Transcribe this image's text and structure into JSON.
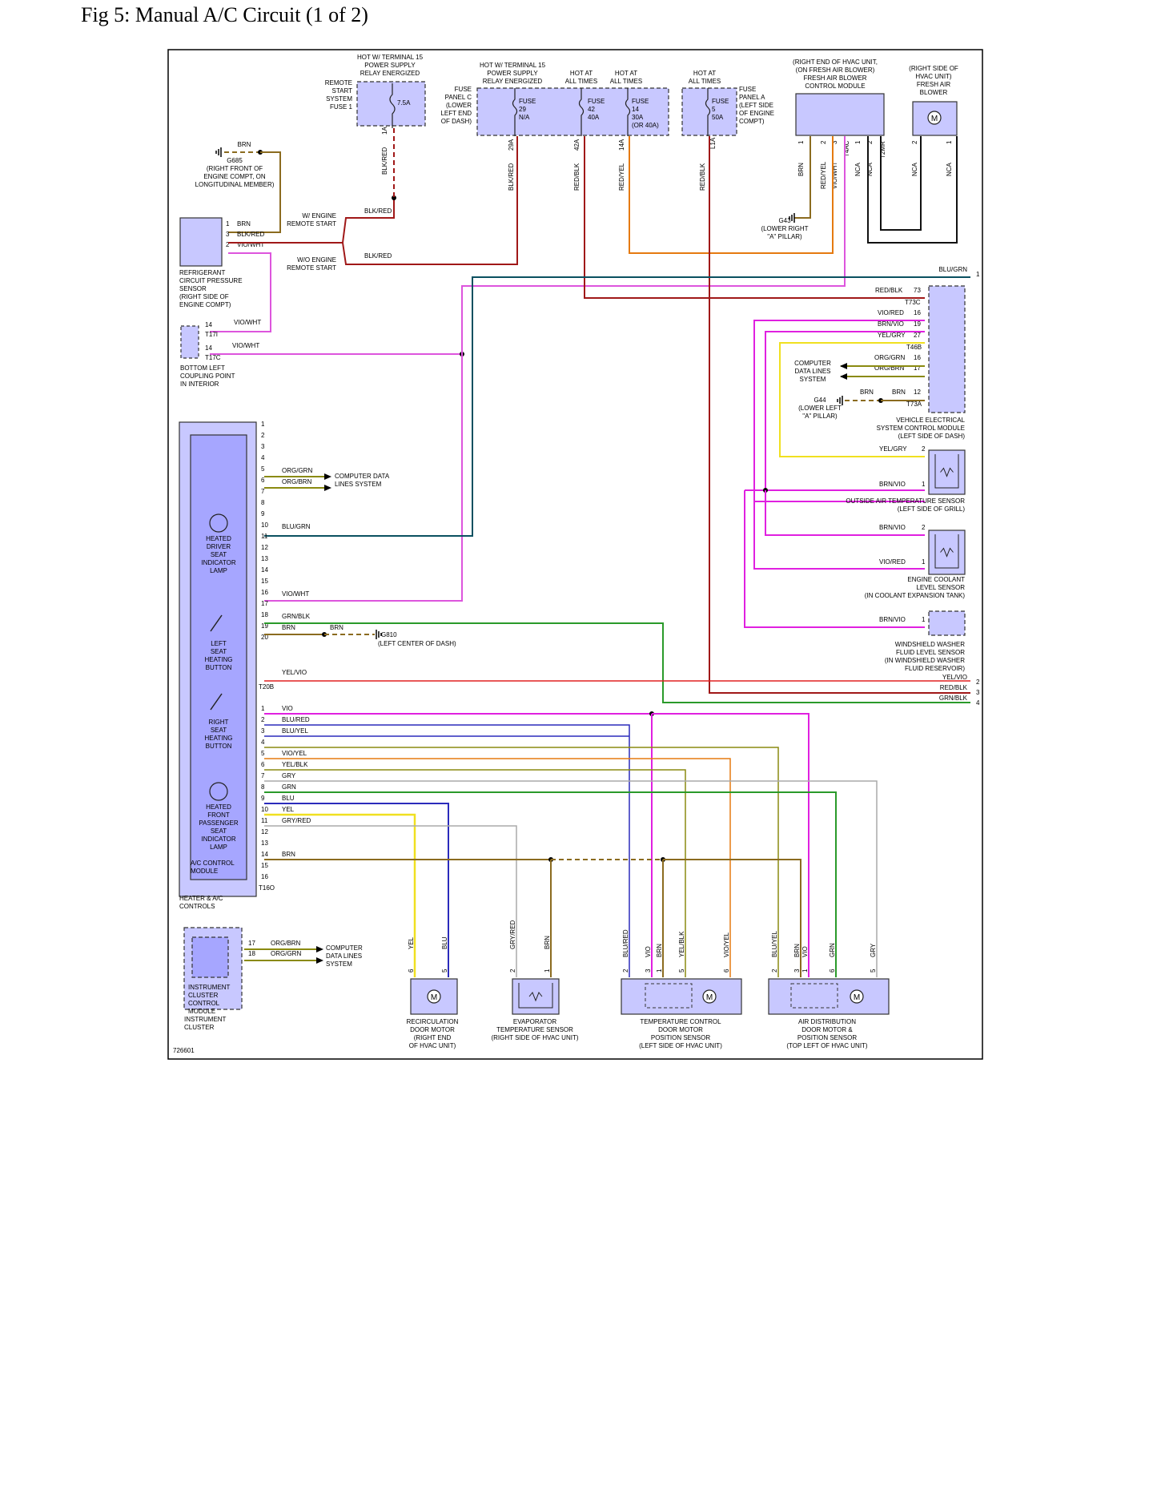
{
  "page": {
    "title": "Fig 5: Manual A/C Circuit (1 of 2)"
  },
  "colors": {
    "BRN": "#8b6b1f",
    "BLK": "#111111",
    "RED": "#e02020",
    "DKRED": "#a01818",
    "ORG": "#e57a10",
    "VIO": "#e020e0",
    "PINK": "#dd55dd",
    "BLU": "#2b2bbb",
    "TEAL": "#0a5060",
    "YEL": "#f0e020",
    "GRN": "#2a9a2a",
    "GRY": "#aaaaaa",
    "OLIVE": "#8a8a10",
    "PANEL": "#c8c8ff",
    "DARKPANEL": "#a6a6ff"
  },
  "texts": {
    "relay_left": [
      "HOT W/ TERMINAL 15",
      "POWER SUPPLY",
      "RELAY ENERGIZED"
    ],
    "relay_right": [
      "HOT W/ TERMINAL 15",
      "POWER SUPPLY",
      "RELAY ENERGIZED"
    ],
    "hot_at_all1": [
      "HOT AT",
      "ALL TIMES"
    ],
    "hot_at_all2": [
      "HOT AT",
      "ALL TIMES"
    ],
    "hot_at_all3": [
      "HOT AT",
      "ALL TIMES"
    ],
    "remote_start_fuse": [
      "REMOTE",
      "START",
      "SYSTEM",
      "FUSE 1"
    ],
    "fuse_7_5": "7.5A",
    "fuse_panel_c": [
      "FUSE",
      "PANEL C",
      "(LOWER",
      "LEFT END",
      "OF DASH)"
    ],
    "fuse29": [
      "FUSE",
      "29",
      "N/A"
    ],
    "fuse42": [
      "FUSE",
      "42",
      "40A"
    ],
    "fuse14": [
      "FUSE",
      "14",
      "30A",
      "(OR 40A)"
    ],
    "fuse5": [
      "FUSE",
      "5",
      "50A"
    ],
    "fuse_panel_a": [
      "FUSE",
      "PANEL A",
      "(LEFT SIDE",
      "OF ENGINE",
      "COMPT)"
    ],
    "blower_module_label": [
      "(RIGHT END OF HVAC UNIT,",
      "(ON FRESH AIR BLOWER)",
      "FRESH AIR BLOWER",
      "CONTROL MODULE"
    ],
    "blower_label": [
      "(RIGHT SIDE OF",
      "HVAC UNIT)",
      "FRESH AIR",
      "BLOWER"
    ],
    "motor_m": "M",
    "g685": [
      "G685",
      "(RIGHT FRONT OF",
      "ENGINE COMPT, ON",
      "LONGITUDINAL MEMBER)"
    ],
    "w_engine": [
      "W/ ENGINE",
      "REMOTE START"
    ],
    "wo_engine": [
      "W/O ENGINE",
      "REMOTE START"
    ],
    "refrig": [
      "REFRIGERANT",
      "CIRCUIT PRESSURE",
      "SENSOR",
      "(RIGHT SIDE OF",
      "ENGINE COMPT)"
    ],
    "bottom_left_cp": [
      "BOTTOM LEFT",
      "COUPLING POINT",
      "IN INTERIOR"
    ],
    "g43": [
      "G43",
      "(LOWER RIGHT",
      "\"A\" PILLAR)"
    ],
    "g44": [
      "G44",
      "(LOWER LEFT",
      "\"A\" PILLAR)"
    ],
    "g810": [
      "G810",
      "(LEFT CENTER OF DASH)"
    ],
    "vesc": [
      "VEHICLE ELECTRICAL",
      "SYSTEM CONTROL MODULE",
      "(LEFT SIDE OF DASH)"
    ],
    "cdl_right": [
      "COMPUTER",
      "DATA LINES",
      "SYSTEM"
    ],
    "cdl_mid": [
      "COMPUTER DATA",
      "LINES SYSTEM"
    ],
    "cdl_ic": [
      "COMPUTER",
      "DATA LINES",
      "SYSTEM"
    ],
    "oat": [
      "OUTSIDE AIR TEMPERATURE SENSOR",
      "(LEFT SIDE OF GRILL)"
    ],
    "ecl": [
      "ENGINE COOLANT",
      "LEVEL SENSOR",
      "(IN COOLANT EXPANSION TANK)"
    ],
    "wwf": [
      "WINDSHIELD WASHER",
      "FLUID LEVEL SENSOR",
      "(IN WINDSHIELD WASHER",
      "FLUID RESERVOIR)"
    ],
    "heated_driver": [
      "HEATED",
      "DRIVER",
      "SEAT",
      "INDICATOR",
      "LAMP"
    ],
    "left_btn": [
      "LEFT",
      "SEAT",
      "HEATING",
      "BUTTON"
    ],
    "right_btn": [
      "RIGHT",
      "SEAT",
      "HEATING",
      "BUTTON"
    ],
    "heated_pass": [
      "HEATED",
      "FRONT",
      "PASSENGER",
      "SEAT",
      "INDICATOR",
      "LAMP"
    ],
    "ac_module": [
      "A/C CONTROL",
      "MODULE"
    ],
    "heater_controls": [
      "HEATER & A/C",
      "CONTROLS"
    ],
    "icm": [
      "INSTRUMENT",
      "CLUSTER",
      "CONTROL",
      "MODULE"
    ],
    "ic": [
      "INSTRUMENT",
      "CLUSTER"
    ],
    "recirc": [
      "RECIRCULATION",
      "DOOR MOTOR",
      "(RIGHT END",
      "OF HVAC UNIT)"
    ],
    "evap": [
      "EVAPORATOR",
      "TEMPERATURE SENSOR",
      "(RIGHT SIDE OF HVAC UNIT)"
    ],
    "tempctl": [
      "TEMPERATURE CONTROL",
      "DOOR MOTOR",
      "POSITION SENSOR",
      "(LEFT SIDE OF HVAC UNIT)"
    ],
    "airdist": [
      "AIR DISTRIBUTION",
      "DOOR MOTOR &",
      "POSITION SENSOR",
      "(TOP LEFT OF HVAC UNIT)"
    ],
    "figure_number": "726601",
    "T17I": "T17I",
    "T17C": "T17C",
    "T73C": "T73C",
    "T46B": "T46B",
    "T73A": "T73A",
    "T20B": "T20B",
    "T16O": "T16O",
    "T4AC": "T4AC",
    "T2MR": "T2MR"
  },
  "wire_labels": {
    "brn": "BRN",
    "blk_red": "BLK/RED",
    "vio_wht": "VIO/WHT",
    "blu_grn": "BLU/GRN",
    "red_blk": "RED/BLK",
    "red_yel": "RED/YEL",
    "vio_red": "VIO/RED",
    "brn_vio": "BRN/VIO",
    "yel_gry": "YEL/GRY",
    "org_grn": "ORG/GRN",
    "org_brn": "ORG/BRN",
    "grn_blk": "GRN/BLK",
    "yel_vio": "YEL/VIO",
    "vio": "VIO",
    "blu_red": "BLU/RED",
    "blu_yel": "BLU/YEL",
    "vio_yel": "VIO/YEL",
    "yel_blk": "YEL/BLK",
    "gry": "GRY",
    "grn": "GRN",
    "blu": "BLU",
    "yel": "YEL",
    "gry_red": "GRY/RED",
    "nca": "NCA",
    "v1a": "1A",
    "v29a": "29A",
    "v42a": "42A",
    "v14a": "14A",
    "v11a": "L1A"
  }
}
